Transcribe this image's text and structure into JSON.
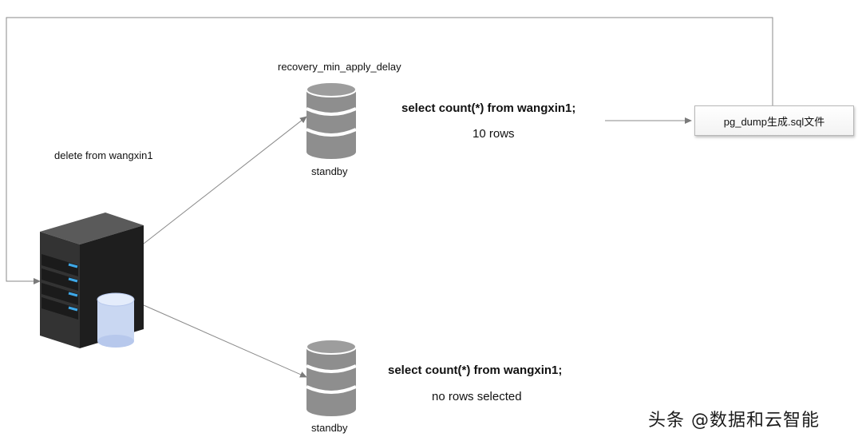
{
  "labels": {
    "delay_param": "recovery_min_apply_delay",
    "primary_action": "delete from wangxin1",
    "standby_top": "standby",
    "standby_bottom": "standby",
    "query_top": "select count(*) from wangxin1;",
    "result_top": "10 rows",
    "query_bottom": "select count(*) from wangxin1;",
    "result_bottom": "no rows selected",
    "dump_box": "pg_dump生成.sql文件"
  },
  "watermark": "头条 @数据和云智能",
  "colors": {
    "line": "#8a8a8a",
    "db_gray": "#8e8e8e",
    "server_body": "#2b2b2b",
    "server_led": "#3ea8e8",
    "cylinder_blue": "#c9d7f2"
  }
}
